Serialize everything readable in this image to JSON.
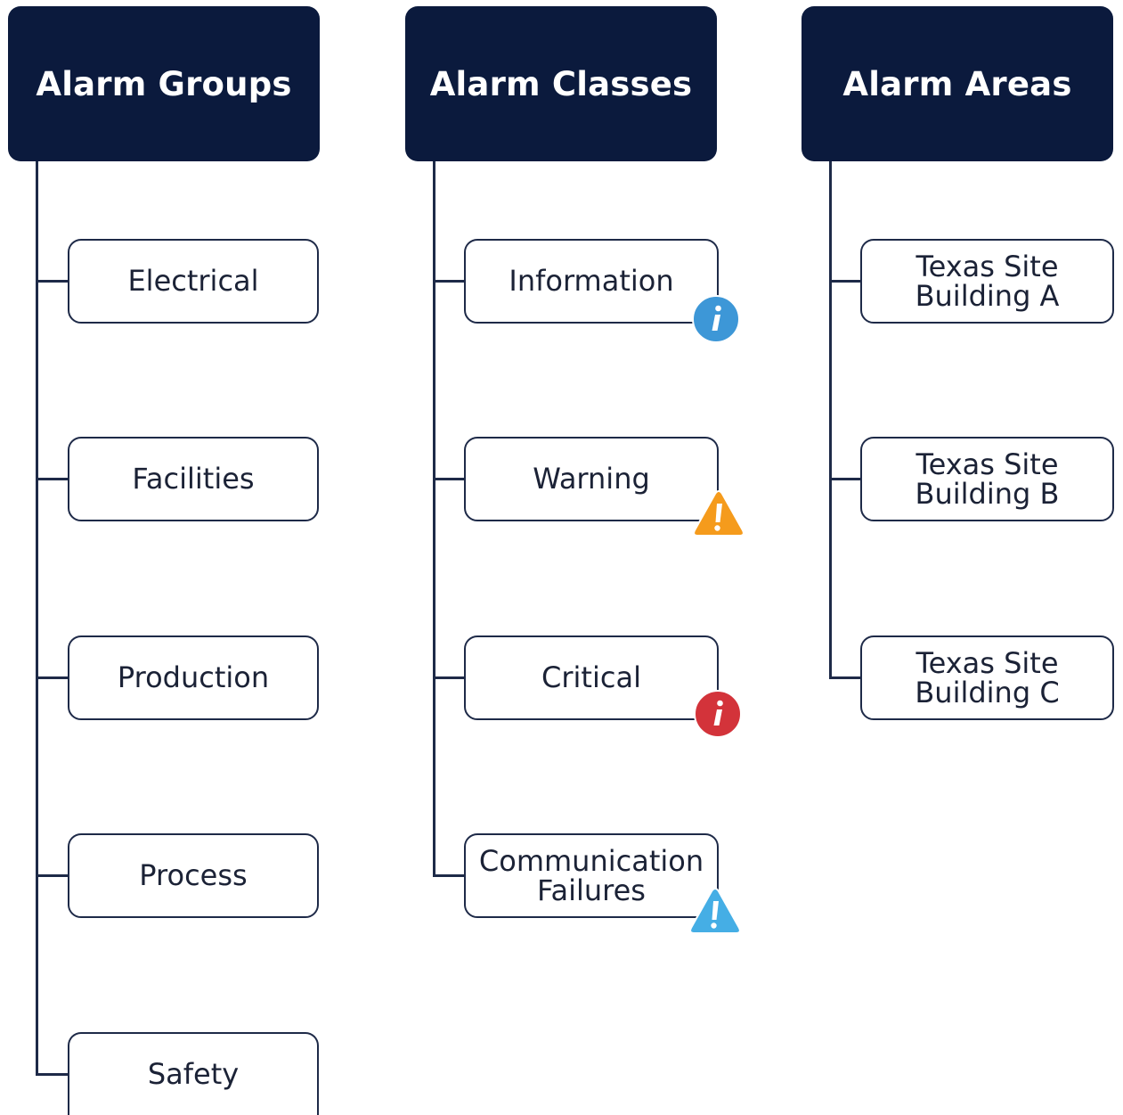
{
  "columns": [
    {
      "title": "Alarm Groups",
      "items": [
        "Electrical",
        "Facilities",
        "Production",
        "Process",
        "Safety"
      ]
    },
    {
      "title": "Alarm Classes",
      "items": [
        "Information",
        "Warning",
        "Critical",
        "Communication\nFailures"
      ],
      "badges": [
        {
          "icon": "info-icon",
          "color": "#3d97d7"
        },
        {
          "icon": "warning-icon",
          "color": "#f59b1c"
        },
        {
          "icon": "critical-icon",
          "color": "#d3333a"
        },
        {
          "icon": "communication-warning-icon",
          "color": "#45aee5"
        }
      ]
    },
    {
      "title": "Alarm Areas",
      "items": [
        "Texas Site\nBuilding A",
        "Texas Site\nBuilding B",
        "Texas Site\nBuilding C"
      ]
    }
  ],
  "colors": {
    "header_bg": "#0b1a3d",
    "line": "#1e2a48"
  }
}
